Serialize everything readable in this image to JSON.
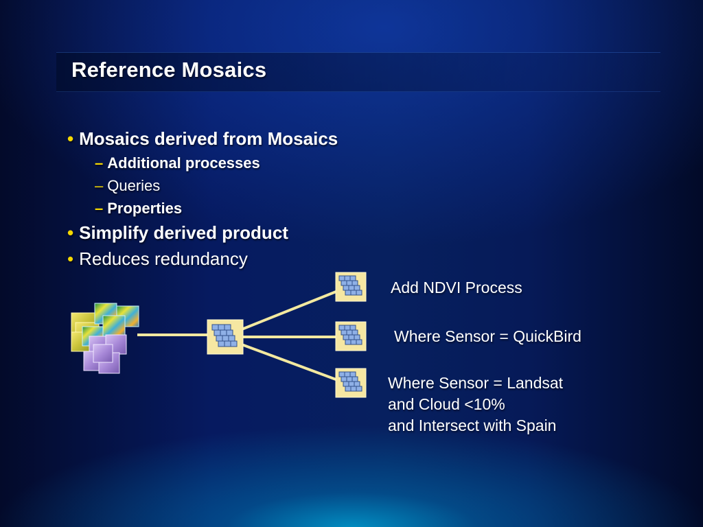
{
  "slide": {
    "title": "Reference Mosaics",
    "bullets": [
      {
        "level": 1,
        "text": "Mosaics derived from Mosaics",
        "bold": true
      },
      {
        "level": 2,
        "text": "Additional processes",
        "bold": true
      },
      {
        "level": 2,
        "text": "Queries",
        "bold": false
      },
      {
        "level": 2,
        "text": "Properties",
        "bold": true
      },
      {
        "level": 1,
        "text": "Simplify derived product",
        "bold": true
      },
      {
        "level": 1,
        "text": "Reduces redundancy",
        "bold": false
      }
    ],
    "bullet_glyph": "•",
    "dash_glyph": "–"
  },
  "diagram": {
    "source_icon": "stacked-imagery-icon",
    "mosaic_icon": "mosaic-dataset-icon",
    "derived_labels": [
      "Add NDVI Process",
      "Where Sensor = QuickBird",
      "Where Sensor = Landsat"
    ],
    "landsat_extra_lines": [
      "and Cloud <10%",
      "and Intersect with Spain"
    ],
    "colors": {
      "bullet_accent": "#f5d800",
      "connector": "#f3e9a0",
      "icon_box": "#f6e7a2",
      "tile": "#7f9fd6"
    }
  }
}
